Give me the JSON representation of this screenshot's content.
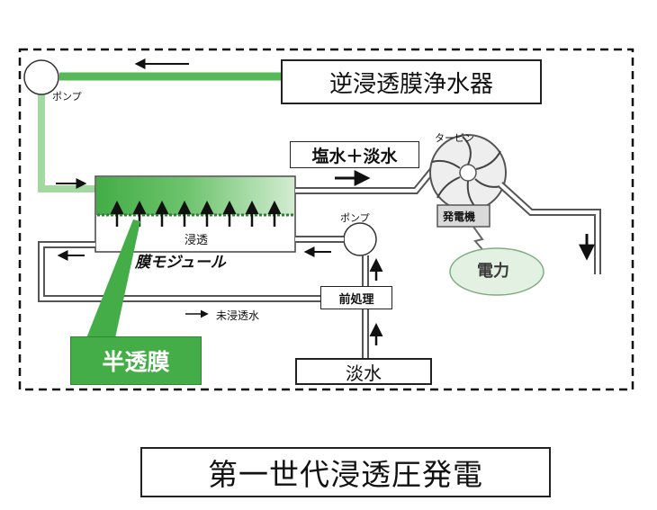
{
  "diagram": {
    "title_box": "逆浸透膜浄水器",
    "pump_top_label": "ポンプ",
    "pump_right_label": "ポンプ",
    "salt_fresh_label": "塩水＋淡水",
    "turbine_label": "タービン",
    "generator_label": "発電機",
    "seep_label": "浸透",
    "module_label": "膜モジュール",
    "power_label": "電力",
    "pretreatment_label": "前処理",
    "unpermeated_label": "未浸透水",
    "freshwater_label": "淡水",
    "semipermeable_label": "半透膜"
  },
  "caption": "第一世代浸透圧発電",
  "colors": {
    "green": "#56b856",
    "green_light": "#a3d9a0",
    "green_dark": "#1f8a2a",
    "power_bubble": "#e3f1e2",
    "gray_fill": "#d9d9d9"
  }
}
